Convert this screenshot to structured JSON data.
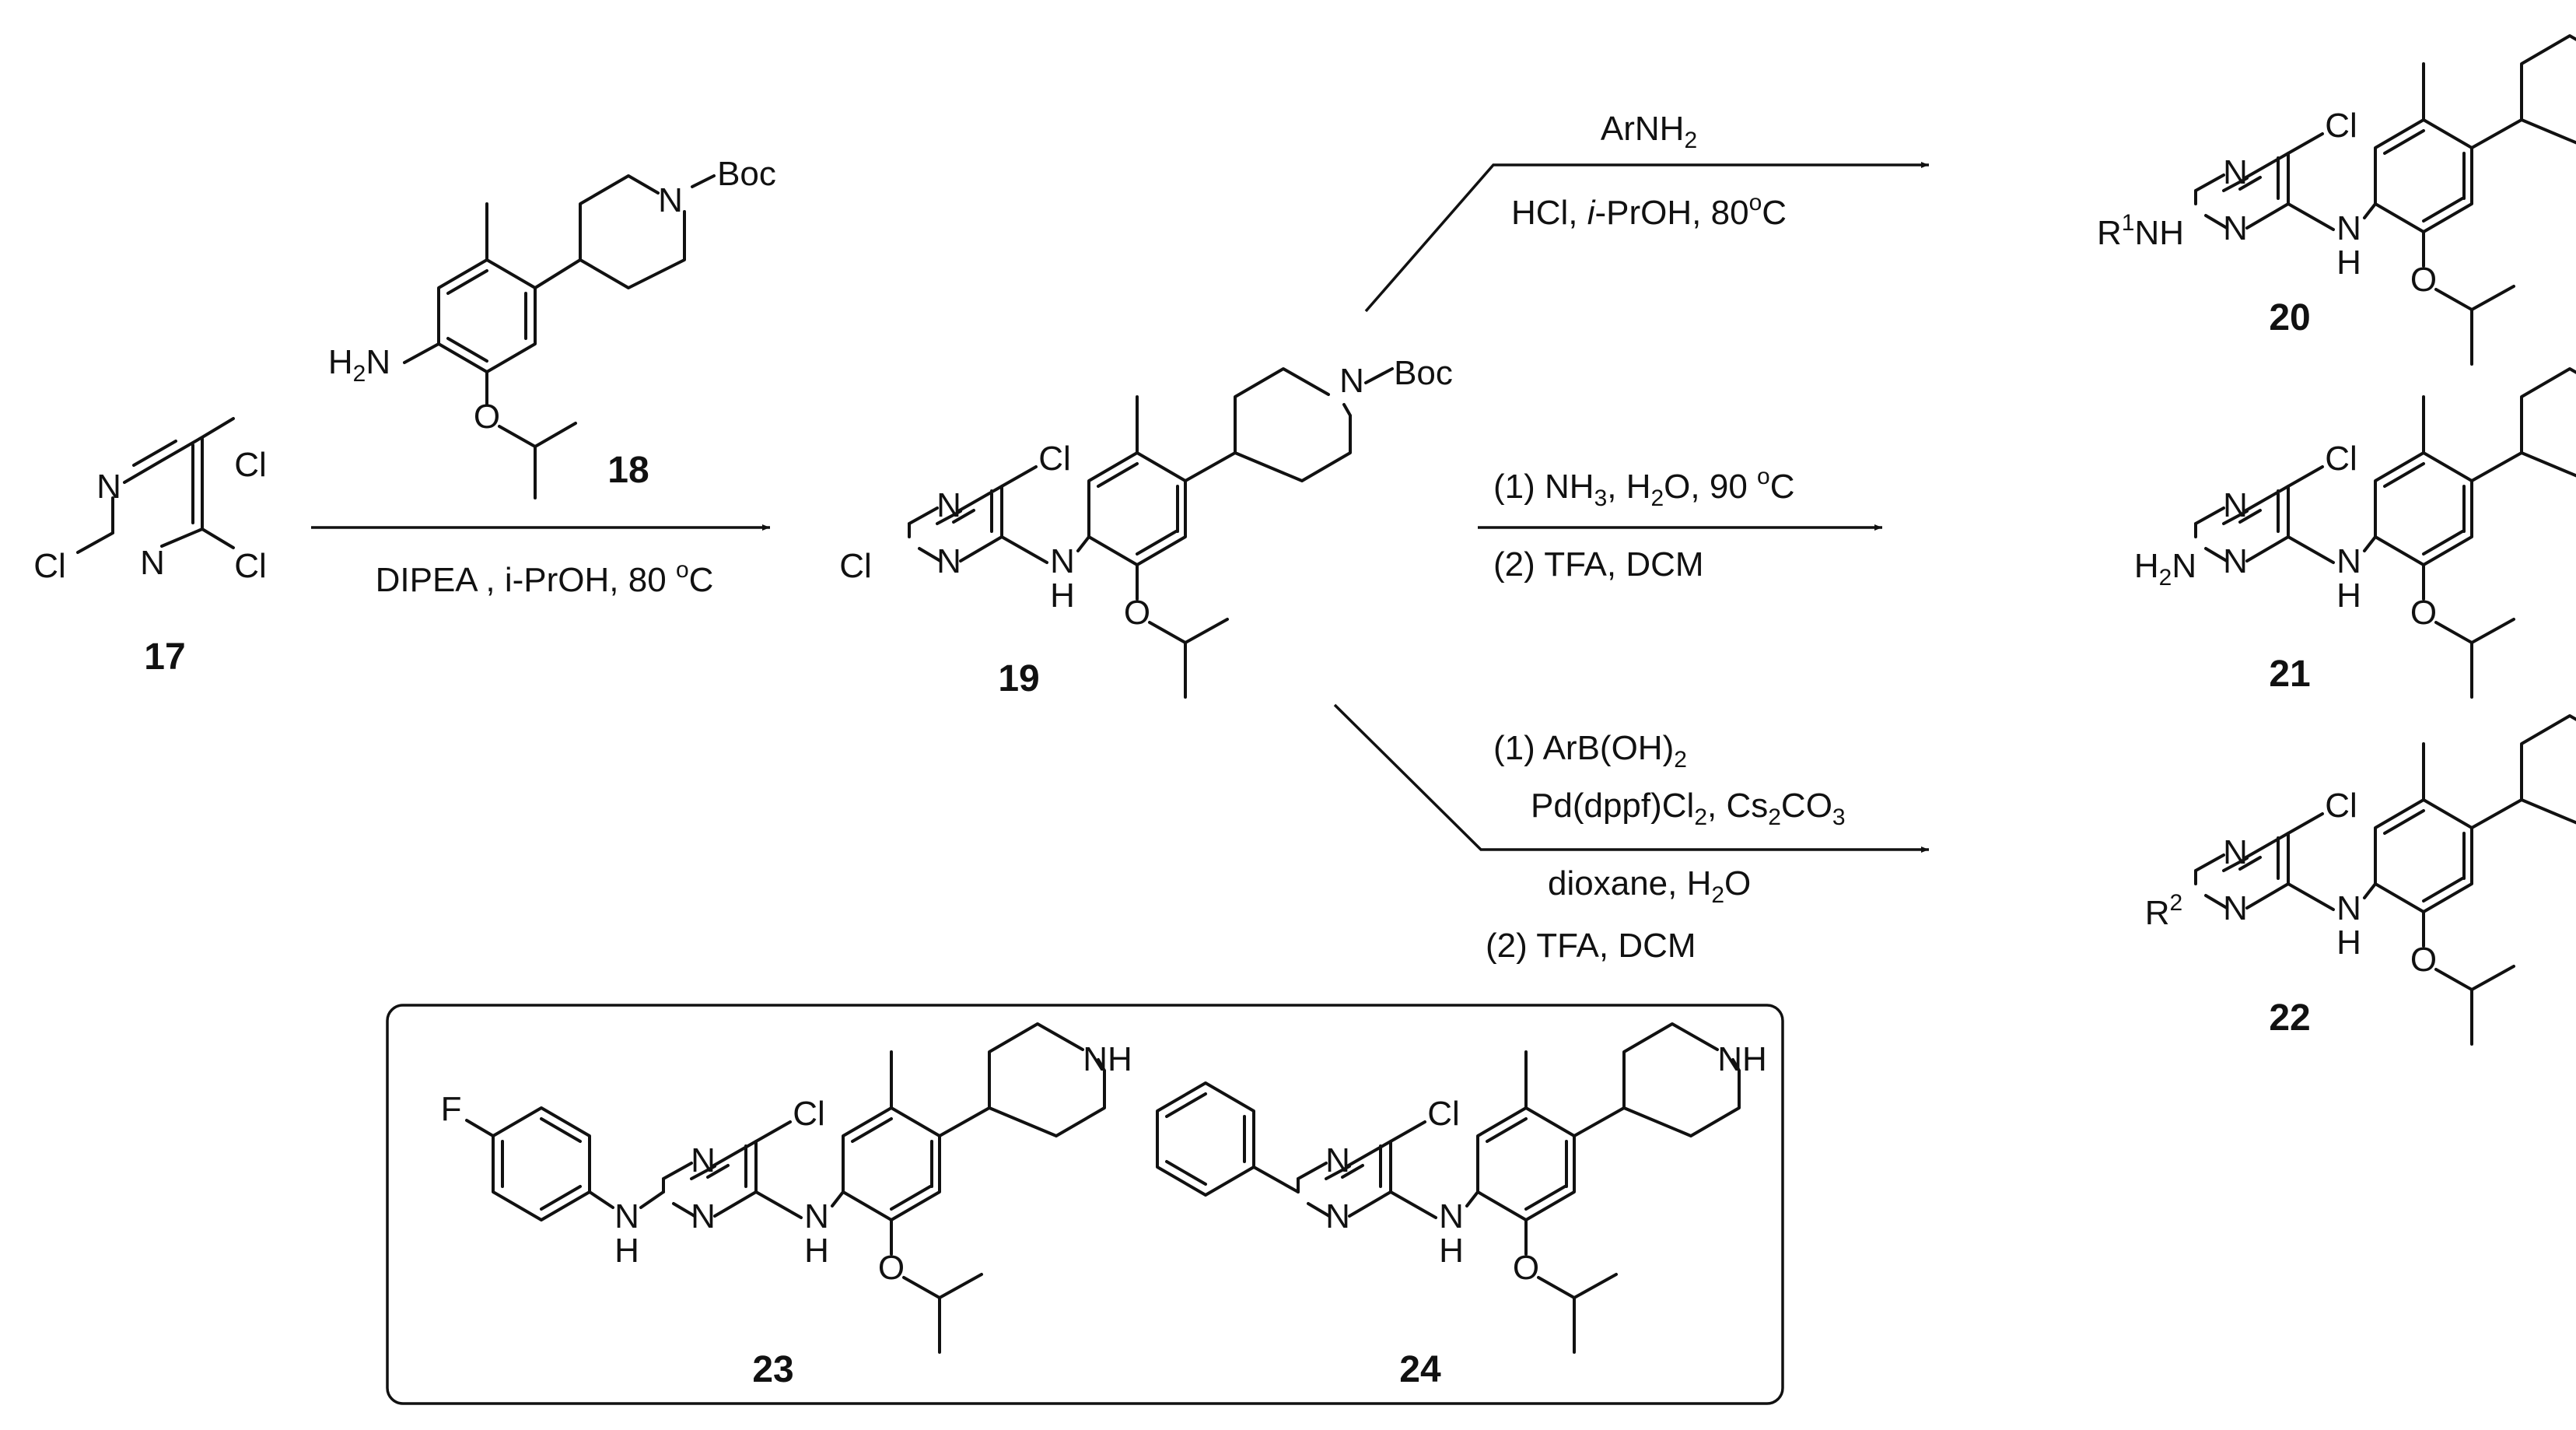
{
  "atoms": {
    "N": "N",
    "Cl": "Cl",
    "H": "H",
    "O": "O",
    "F": "F",
    "NH": "NH",
    "Boc": "Boc",
    "H2N_H": "H",
    "H2N_2": "2",
    "H2N_N": "N",
    "R1": "R",
    "R1_sup": "1",
    "R1_NH": "NH",
    "R2": "R",
    "R2_sup": "2"
  },
  "compounds": {
    "c17": "17",
    "c18": "18",
    "c19": "19",
    "c20": "20",
    "c21": "21",
    "c22": "22",
    "c23": "23",
    "c24": "24"
  },
  "conditions": {
    "step1": {
      "reagents": "DIPEA , i-PrOH, 80 ",
      "degree": "o",
      "unit": "C"
    },
    "to20": {
      "line1_a": "ArNH",
      "line1_sub": "2",
      "line2_a": "HCl, ",
      "line2_italic": "i",
      "line2_b": "-PrOH, 80",
      "line2_deg": "o",
      "line2_c": "C"
    },
    "to21": {
      "line1_a": "(1) NH",
      "line1_sub1": "3",
      "line1_b": ", H",
      "line1_sub2": "2",
      "line1_c": "O, 90 ",
      "line1_deg": "o",
      "line1_d": "C",
      "line2": "(2) TFA, DCM"
    },
    "to22": {
      "line1_a": "(1) ArB(OH)",
      "line1_sub": "2",
      "line2_a": "Pd(dppf)Cl",
      "line2_sub1": "2",
      "line2_b": ", Cs",
      "line2_sub2": "2",
      "line2_c": "CO",
      "line2_sub3": "3",
      "line3_a": "dioxane, H",
      "line3_sub": "2",
      "line3_b": "O",
      "line4": "(2) TFA, DCM"
    }
  }
}
